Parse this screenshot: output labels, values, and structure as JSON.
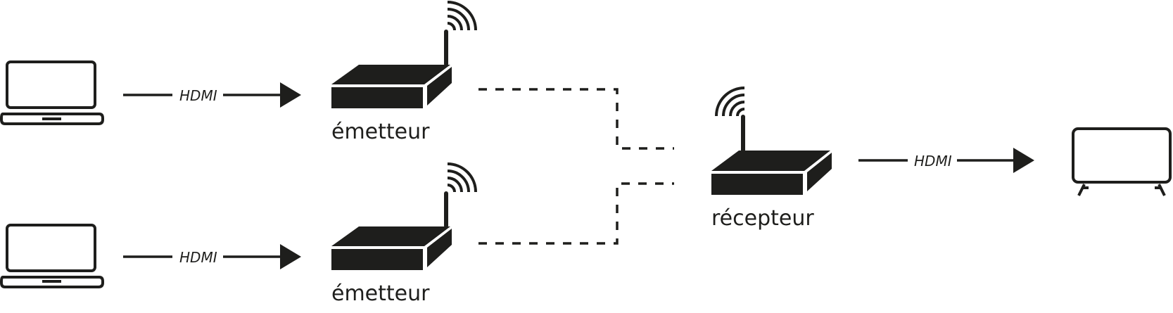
{
  "colors": {
    "ink": "#1e1e1c",
    "background": "#ffffff"
  },
  "labels": {
    "hdmi_top": "HDMI",
    "hdmi_bottom": "HDMI",
    "hdmi_right": "HDMI",
    "transmitter_top": "émetteur",
    "transmitter_bottom": "émetteur",
    "receiver": "récepteur"
  },
  "icons": {
    "laptop_top": "laptop-icon",
    "laptop_bottom": "laptop-icon",
    "transmitter_top": "wireless-transmitter-icon",
    "transmitter_bottom": "wireless-transmitter-icon",
    "receiver": "wireless-receiver-icon",
    "tv": "tv-icon"
  }
}
